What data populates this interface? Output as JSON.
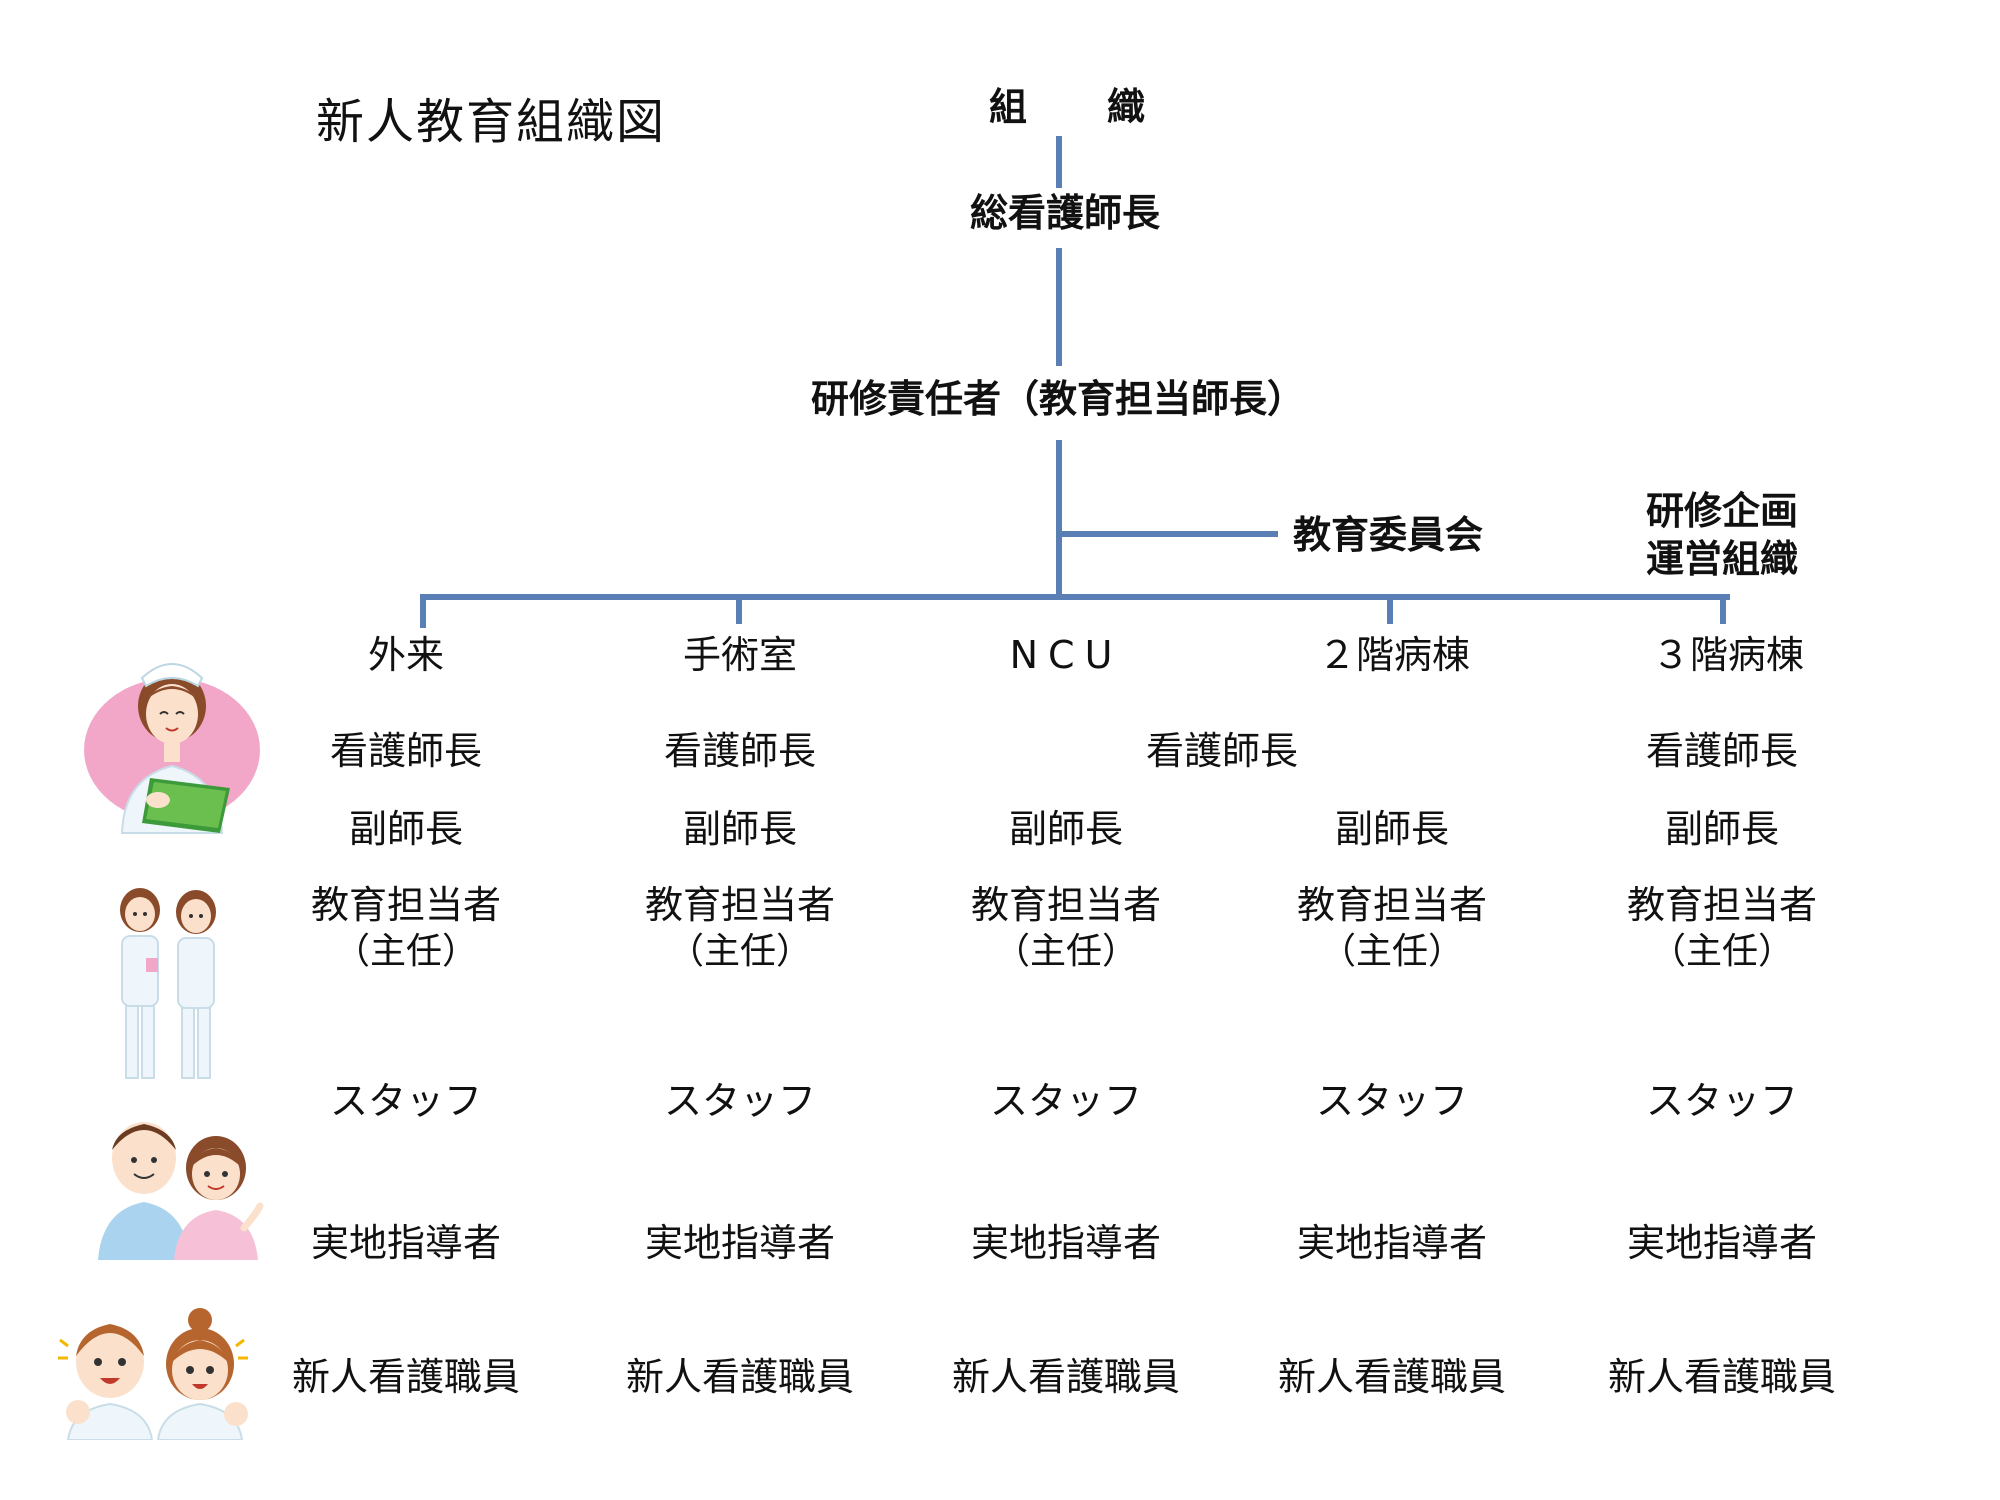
{
  "title": "新人教育組織図",
  "root": {
    "label_left": "組",
    "label_right": "織"
  },
  "director": "総看護師長",
  "training_head": "研修責任者（教育担当師長）",
  "committee": "教育委員会",
  "planning_org": {
    "line1": "研修企画",
    "line2": "運営組織"
  },
  "departments": [
    "外来",
    "手術室",
    "NCU",
    "２階病棟",
    "３階病棟"
  ],
  "rows": {
    "head_nurse": {
      "col1": "看護師長",
      "col2": "看護師長",
      "col34": "看護師長",
      "col5": "看護師長"
    },
    "vice_head": [
      "副師長",
      "副師長",
      "副師長",
      "副師長",
      "副師長"
    ],
    "educator": [
      "教育担当者",
      "教育担当者",
      "教育担当者",
      "教育担当者",
      "教育担当者"
    ],
    "educator_sub": [
      "（主任）",
      "（主任）",
      "（主任）",
      "（主任）",
      "（主任）"
    ],
    "staff": [
      "スタッフ",
      "スタッフ",
      "スタッフ",
      "スタッフ",
      "スタッフ"
    ],
    "preceptor": [
      "実地指導者",
      "実地指導者",
      "実地指導者",
      "実地指導者",
      "実地指導者"
    ],
    "new_nurse": [
      "新人看護職員",
      "新人看護職員",
      "新人看護職員",
      "新人看護職員",
      "新人看護職員"
    ]
  },
  "colors": {
    "line": "#5a7fb5",
    "nurse_bg": "#f2a7c8",
    "uniform_blue": "#a9d3ee",
    "uniform_pink": "#f6c1d6",
    "skin": "#fbe1cc",
    "hair": "#8a4b2a"
  },
  "icons": [
    "head-nurse-illustration",
    "nurse-pair-illustration",
    "staff-pair-illustration",
    "new-nurse-pair-illustration"
  ]
}
